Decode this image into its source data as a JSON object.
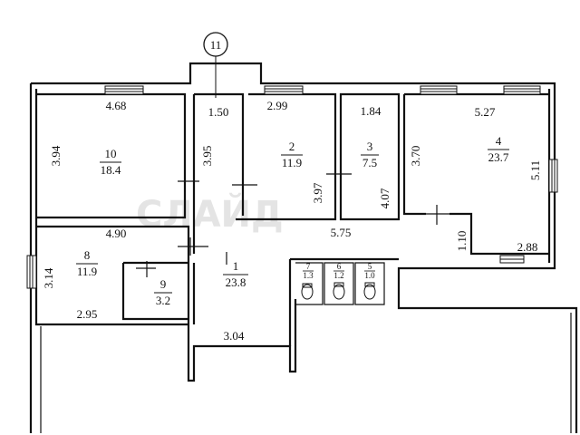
{
  "axis_marker": "11",
  "rooms": [
    {
      "id": "room-10",
      "number": "10",
      "area": "18.4"
    },
    {
      "id": "room-2",
      "number": "2",
      "area": "11.9"
    },
    {
      "id": "room-3",
      "number": "3",
      "area": "7.5"
    },
    {
      "id": "room-4",
      "number": "4",
      "area": "23.7"
    },
    {
      "id": "room-8",
      "number": "8",
      "area": "11.9"
    },
    {
      "id": "room-9",
      "number": "9",
      "area": "3.2"
    },
    {
      "id": "room-1",
      "number": "1",
      "area": "23.8"
    },
    {
      "id": "room-7",
      "number": "7",
      "area": "1.3"
    },
    {
      "id": "room-6",
      "number": "6",
      "area": "1.2"
    },
    {
      "id": "room-5",
      "number": "5",
      "area": "1.0"
    }
  ],
  "dimensions": [
    "4.68",
    "1.50",
    "2.99",
    "1.84",
    "5.27",
    "3.94",
    "3.95",
    "3.97",
    "4.07",
    "3.70",
    "5.11",
    "4.90",
    "5.75",
    "1.10",
    "2.88",
    "3.14",
    "2.95",
    "3.04"
  ]
}
